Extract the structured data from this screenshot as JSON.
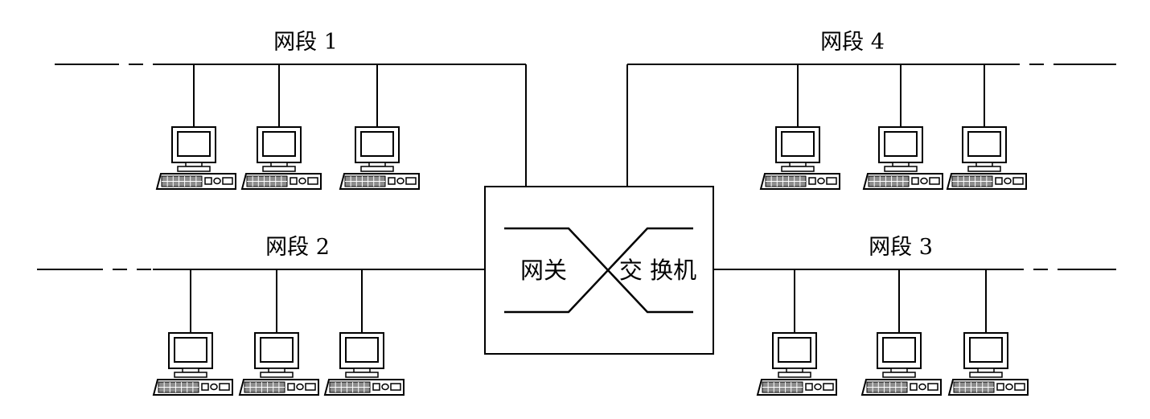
{
  "colors": {
    "line": "#000000",
    "background": "#ffffff",
    "keyboard_keys": "#8c8c8c",
    "monitor_screen": "#ffffff"
  },
  "icons": {
    "computer": "desktop-computer-icon"
  },
  "segments": [
    {
      "label": "网段 1",
      "computer_count": 3
    },
    {
      "label": "网段 2",
      "computer_count": 3
    },
    {
      "label": "网段 3",
      "computer_count": 3
    },
    {
      "label": "网段 4",
      "computer_count": 3
    }
  ],
  "device": {
    "label_left": "网关",
    "label_right": "交 换机"
  }
}
